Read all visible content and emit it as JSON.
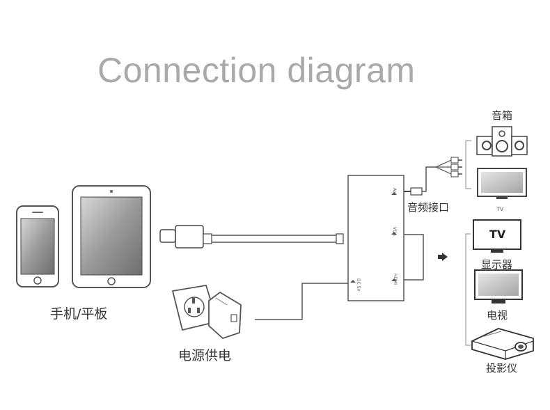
{
  "title": "Connection diagram",
  "labels": {
    "devices": "手机/平板",
    "power": "电源供电",
    "audio_jack": "音频接口",
    "speaker": "音箱",
    "tv_small": "TV",
    "monitor": "显示器",
    "monitor_screen": "TV",
    "television": "电视",
    "projector": "投影仪"
  },
  "ports": {
    "av": "AV",
    "vga": "VGA",
    "hdmi": "HDMI",
    "dc": "DC 5V"
  }
}
